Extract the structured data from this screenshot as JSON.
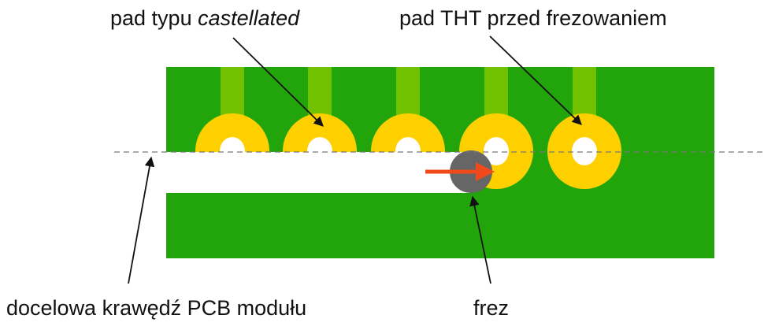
{
  "labels": {
    "castellated_prefix": "pad typu ",
    "castellated_italic": "castellated",
    "tht_pad": "pad THT przed frezowaniem",
    "target_edge": "docelowa krawędź PCB modułu",
    "mill": "frez"
  },
  "colors": {
    "board": "#22a50a",
    "trace": "#72c100",
    "pad": "#ffd000",
    "mill": "#666666",
    "arrow": "#f04a1c"
  },
  "pad_count": 5
}
